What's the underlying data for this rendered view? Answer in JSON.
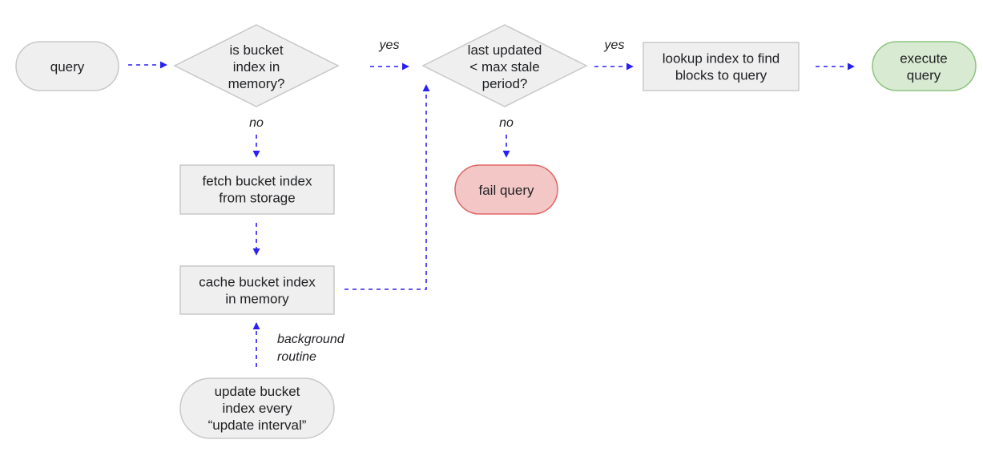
{
  "nodes": {
    "query": {
      "lines": [
        "query"
      ]
    },
    "in_memory_decision": {
      "lines": [
        "is bucket",
        "index in",
        "memory?"
      ]
    },
    "stale_decision": {
      "lines": [
        "last updated",
        "< max stale",
        "period?"
      ]
    },
    "lookup_index": {
      "lines": [
        "lookup index to find",
        "blocks to query"
      ]
    },
    "execute_query": {
      "lines": [
        "execute",
        "query"
      ]
    },
    "fetch_index": {
      "lines": [
        "fetch bucket index",
        "from storage"
      ]
    },
    "cache_index": {
      "lines": [
        "cache bucket index",
        "in memory"
      ]
    },
    "fail_query": {
      "lines": [
        "fail query"
      ]
    },
    "update_index": {
      "lines": [
        "update bucket",
        "index every",
        "“update interval”"
      ]
    }
  },
  "edge_labels": {
    "yes_1": "yes",
    "yes_2": "yes",
    "no_1": "no",
    "no_2": "no",
    "background_routine": [
      "background",
      "routine"
    ]
  },
  "colors": {
    "neutral_fill": "#efefef",
    "neutral_stroke": "#c8c8c8",
    "success_fill": "#d9ead3",
    "success_stroke": "#8cc47e",
    "error_fill": "#f4c7c7",
    "error_stroke": "#e06666",
    "arrow": "#2a1ff5"
  }
}
